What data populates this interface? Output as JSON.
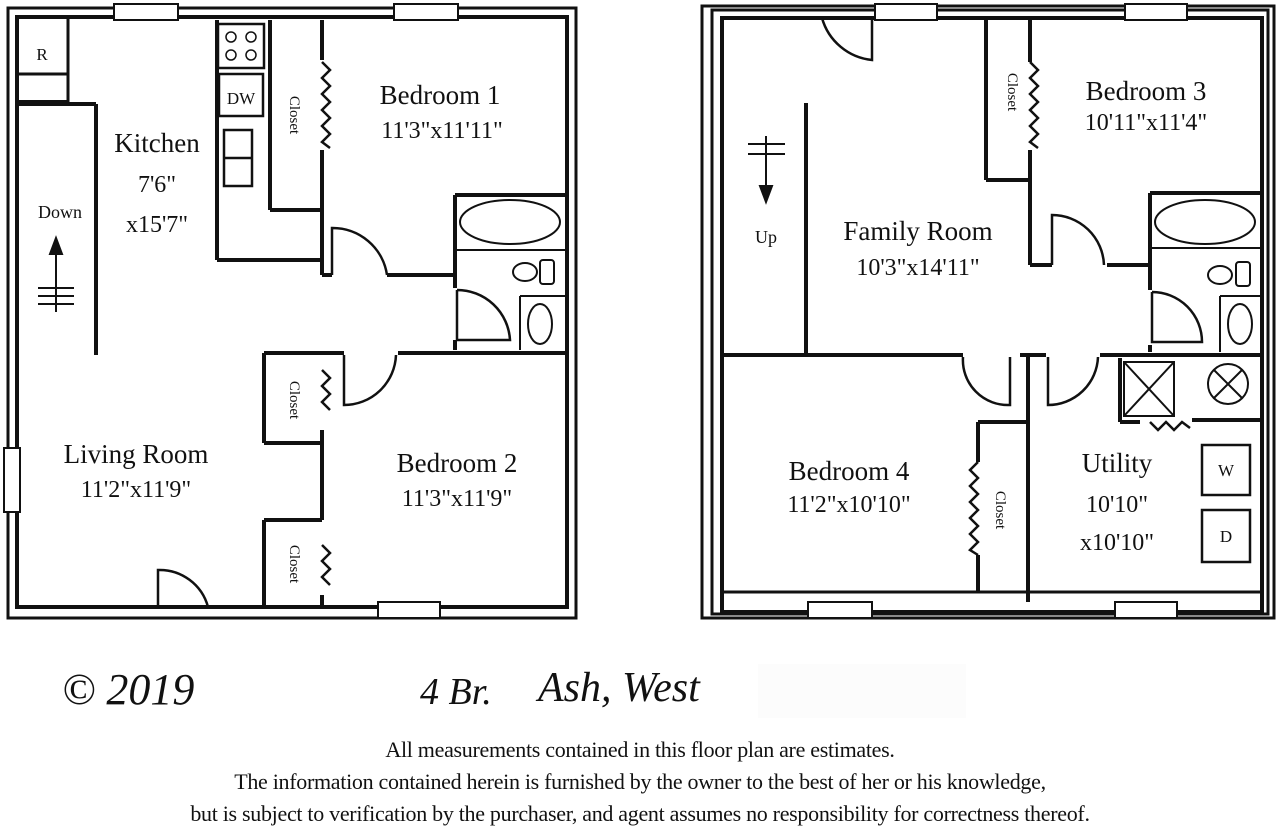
{
  "plan": {
    "left_floor": {
      "rooms": [
        {
          "name": "Kitchen",
          "dims_line1": "7'6\"",
          "dims_line2": "x15'7\""
        },
        {
          "name": "Bedroom 1",
          "dims": "11'3\"x11'11\""
        },
        {
          "name": "Living Room",
          "dims": "11'2\"x11'9\""
        },
        {
          "name": "Bedroom 2",
          "dims": "11'3\"x11'9\""
        }
      ],
      "stairs_label": "Down",
      "fixtures": {
        "refrigerator": "R",
        "dishwasher": "DW"
      },
      "closets": [
        "Closet",
        "Closet",
        "Closet"
      ]
    },
    "right_floor": {
      "rooms": [
        {
          "name": "Family Room",
          "dims": "10'3\"x14'11\""
        },
        {
          "name": "Bedroom 3",
          "dims": "10'11\"x11'4\""
        },
        {
          "name": "Bedroom 4",
          "dims": "11'2\"x10'10\""
        },
        {
          "name": "Utility",
          "dims_line1": "10'10\"",
          "dims_line2": "x10'10\""
        }
      ],
      "stairs_label": "Up",
      "fixtures": {
        "washer": "W",
        "dryer": "D"
      },
      "closets": [
        "Closet",
        "Closet"
      ]
    }
  },
  "footer": {
    "copyright": "© 2019",
    "bedrooms": "4 Br.",
    "model_name": "Ash, West",
    "disclaimer": [
      "All measurements contained in this floor plan are estimates.",
      "The information contained herein is furnished by the owner to the best of her or his knowledge,",
      "but is subject to verification by the purchaser, and agent assumes no responsibility for correctness thereof."
    ]
  },
  "colors": {
    "line": "#111111",
    "background": "#ffffff"
  }
}
